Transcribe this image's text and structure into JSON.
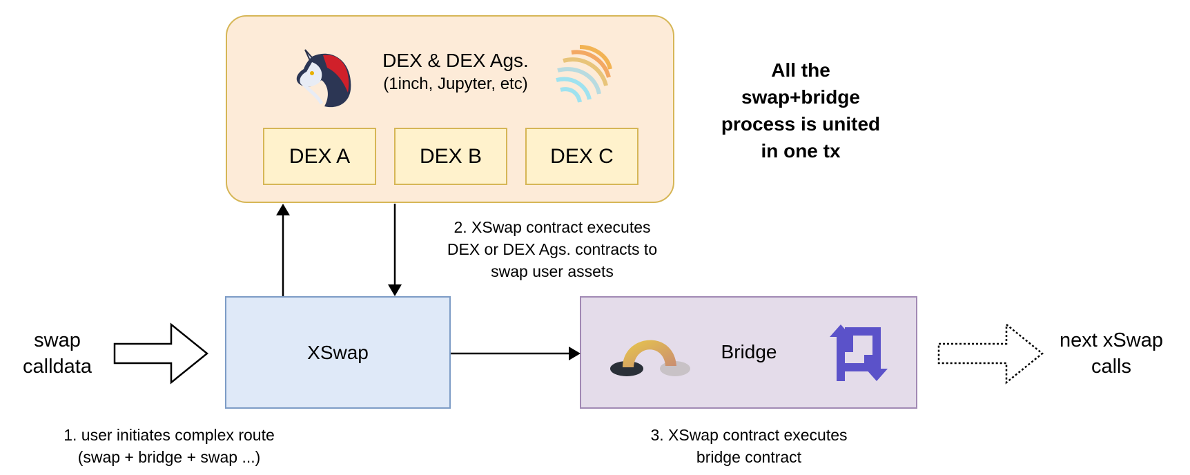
{
  "dex_group": {
    "title": "DEX & DEX Ags.",
    "subtitle": "(1inch, Jupyter, etc)",
    "dexes": [
      "DEX A",
      "DEX B",
      "DEX C"
    ]
  },
  "note": {
    "lines": [
      "All the",
      "swap+bridge",
      "process is united",
      "in one tx"
    ]
  },
  "step2": {
    "lines": [
      "2. XSwap contract executes",
      "DEX or DEX Ags. contracts to",
      "swap user assets"
    ]
  },
  "xswap": {
    "label": "XSwap"
  },
  "bridge": {
    "label": "Bridge"
  },
  "input": {
    "lines": [
      "swap",
      "calldata"
    ]
  },
  "output": {
    "lines": [
      "next xSwap",
      "calls"
    ]
  },
  "step1": {
    "lines": [
      "1. user initiates complex route",
      "(swap + bridge + swap ...)"
    ]
  },
  "step3": {
    "lines": [
      "3. XSwap contract executes",
      "bridge contract"
    ]
  },
  "colors": {
    "dex_fill": "#fdebd8",
    "dex_stroke": "#d6b656",
    "dex_box_fill": "#fff2cc",
    "xswap_fill": "#dfe9f8",
    "xswap_stroke": "#7d9cc6",
    "bridge_fill": "#e4dcea",
    "bridge_stroke": "#a189b4",
    "bridge_logo": "#5b52c9"
  },
  "icons": [
    "unicorn-logo-icon",
    "striped-globe-logo-icon",
    "arch-bridge-logo-icon",
    "swap-arrows-logo-icon"
  ]
}
